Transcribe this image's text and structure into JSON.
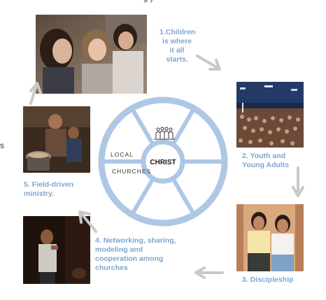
{
  "top_clipped_text": "g                    y",
  "left_stray_text": "s",
  "wheel": {
    "center_label": "CHRIST",
    "left_label_line1": "LOCAL",
    "left_label_line2": "CHURCHES",
    "ring_color": "#aec7e6",
    "center_text_color": "#1a1a1a"
  },
  "stages": [
    {
      "number": "1.",
      "lines": [
        "Children",
        "is where",
        "it all",
        "starts."
      ]
    },
    {
      "number": "2.",
      "lines": [
        "Youth and",
        "Young Adults"
      ]
    },
    {
      "number": "3.",
      "lines": [
        "Discipleship"
      ]
    },
    {
      "number": "4.",
      "lines": [
        "Networking, sharing,",
        "modeling and",
        "cooperation among",
        "churches"
      ]
    },
    {
      "number": "5.",
      "lines": [
        "Field-driven",
        "ministry."
      ]
    }
  ],
  "colors": {
    "label": "#7fa6cf",
    "arrow": "#c9c9c9"
  }
}
